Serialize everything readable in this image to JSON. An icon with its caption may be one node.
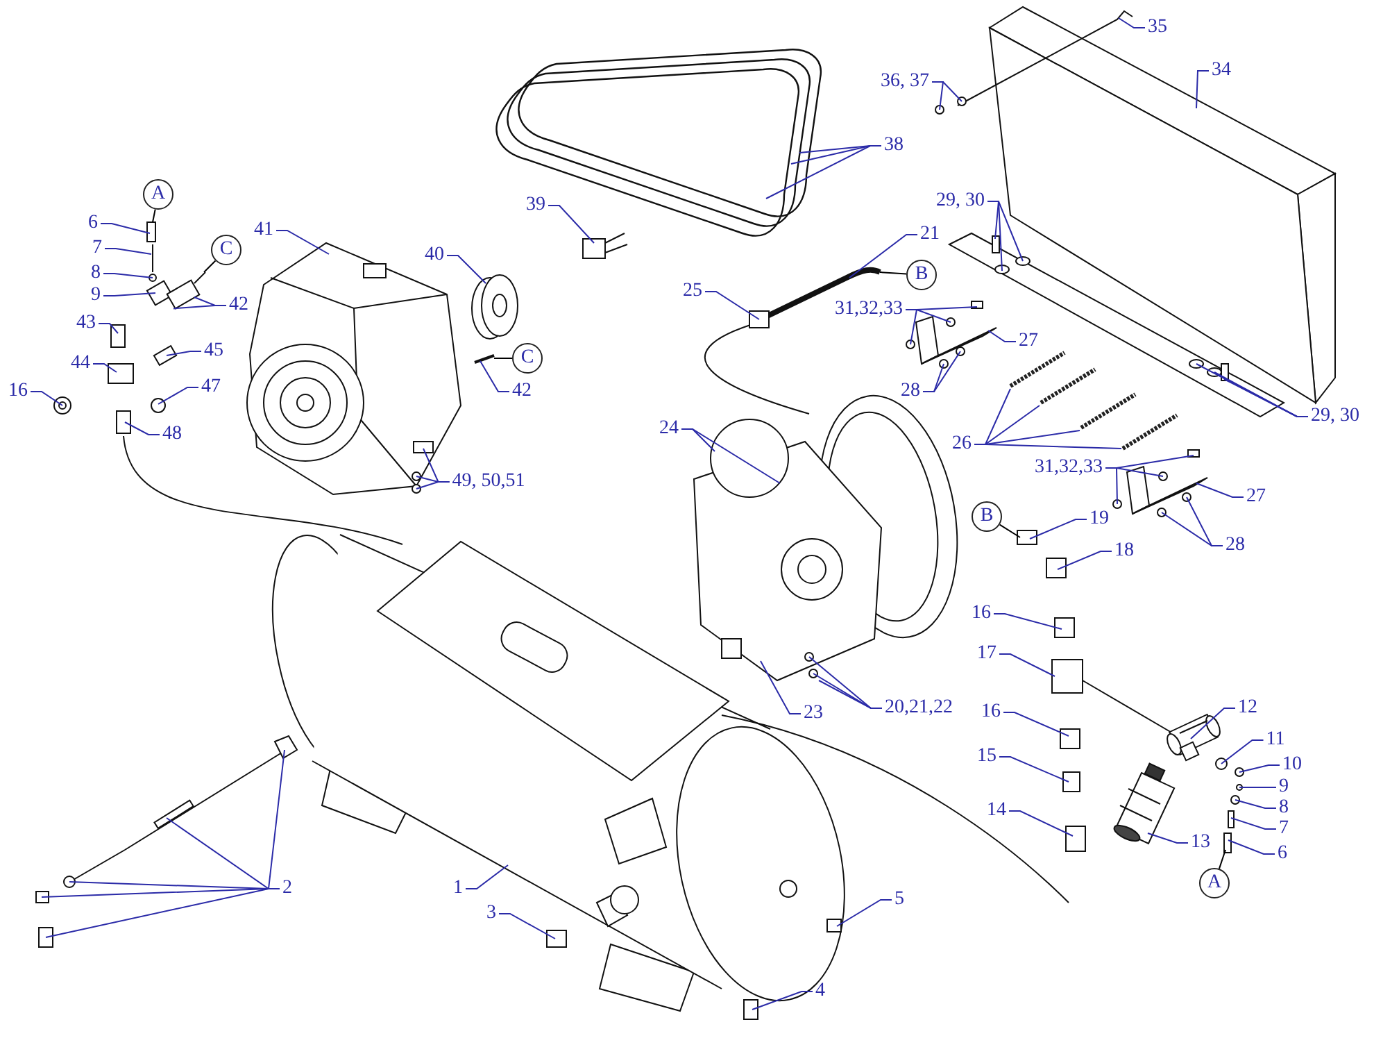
{
  "diagram": {
    "nodes": [
      {
        "text": [
          "35"
        ]
      },
      {
        "text": [
          "36, 37"
        ]
      },
      {
        "text": [
          "34"
        ]
      },
      {
        "text": [
          "38"
        ]
      },
      {
        "text": [
          "41"
        ]
      },
      {
        "text": [
          "6"
        ]
      },
      {
        "text": [
          "A"
        ]
      },
      {
        "text": [
          "39"
        ]
      },
      {
        "text": [
          "7"
        ]
      },
      {
        "text": [
          "8"
        ]
      },
      {
        "text": [
          "C"
        ]
      },
      {
        "text": [
          "40"
        ]
      },
      {
        "text": [
          "9"
        ]
      },
      {
        "text": [
          "42"
        ]
      },
      {
        "text": [
          "21"
        ]
      },
      {
        "text": [
          "B"
        ]
      },
      {
        "text": [
          "25"
        ]
      },
      {
        "text": [
          "31,32,33"
        ]
      },
      {
        "text": [
          "27"
        ]
      },
      {
        "text": [
          "43"
        ]
      },
      {
        "text": [
          "45"
        ]
      },
      {
        "text": [
          "42"
        ]
      },
      {
        "text": [
          "C"
        ]
      },
      {
        "text": [
          "44"
        ]
      },
      {
        "text": [
          "16"
        ]
      },
      {
        "text": [
          "47"
        ]
      },
      {
        "text": [
          "28"
        ]
      },
      {
        "text": [
          "29, 30"
        ]
      },
      {
        "text": [
          "29, 30"
        ]
      },
      {
        "text": [
          "48"
        ]
      },
      {
        "text": [
          "26"
        ]
      },
      {
        "text": [
          "24"
        ]
      },
      {
        "text": [
          "49, 50,51"
        ]
      },
      {
        "text": [
          "31,32,33"
        ]
      },
      {
        "text": [
          "27"
        ]
      },
      {
        "text": [
          "B"
        ]
      },
      {
        "text": [
          "19"
        ]
      },
      {
        "text": [
          "28"
        ]
      },
      {
        "text": [
          "18"
        ]
      },
      {
        "text": [
          "16"
        ]
      },
      {
        "text": [
          "17"
        ]
      },
      {
        "text": [
          "23"
        ]
      },
      {
        "text": [
          "20,21,22"
        ]
      },
      {
        "text": [
          "12"
        ]
      },
      {
        "text": [
          "16"
        ]
      },
      {
        "text": [
          "11"
        ]
      },
      {
        "text": [
          "10"
        ]
      },
      {
        "text": [
          "15"
        ]
      },
      {
        "text": [
          "9"
        ]
      },
      {
        "text": [
          "8"
        ]
      },
      {
        "text": [
          "14"
        ]
      },
      {
        "text": [
          "7"
        ]
      },
      {
        "text": [
          "13"
        ]
      },
      {
        "text": [
          "6"
        ]
      },
      {
        "text": [
          "A"
        ]
      },
      {
        "text": [
          "2"
        ]
      },
      {
        "text": [
          "1"
        ]
      },
      {
        "text": [
          "5"
        ]
      },
      {
        "text": [
          "3"
        ]
      },
      {
        "text": [
          "4"
        ]
      },
      {
        "text": [],
        "shape": "picture"
      },
      {
        "text": [],
        "shape": "picture"
      },
      {
        "text": [],
        "shape": "picture"
      },
      {
        "text": [],
        "shape": "picture"
      },
      {
        "text": [],
        "shape": "picture"
      },
      {
        "text": [],
        "shape": "picture"
      },
      {
        "text": [],
        "shape": "picture"
      },
      {
        "text": [],
        "shape": "picture"
      },
      {
        "text": [],
        "shape": "picture"
      },
      {
        "text": [],
        "shape": "picture"
      },
      {
        "text": [],
        "shape": "picture"
      },
      {
        "text": [],
        "shape": "picture"
      },
      {
        "text": [],
        "shape": "picture"
      },
      {
        "text": [],
        "shape": "picture"
      },
      {
        "text": [],
        "shape": "picture"
      },
      {
        "text": [],
        "shape": "picture"
      },
      {
        "text": [],
        "shape": "picture"
      },
      {
        "text": [],
        "shape": "picture"
      },
      {
        "text": [],
        "shape": "picture"
      },
      {
        "text": [],
        "shape": "picture"
      },
      {
        "text": [],
        "shape": "picture"
      },
      {
        "text": [],
        "shape": "picture"
      }
    ],
    "edges": [
      {
        "from": 0,
        "to": 60,
        "arrow": "none"
      },
      {
        "from": 1,
        "to": 60,
        "arrow": "none"
      },
      {
        "from": 1,
        "to": 60,
        "arrow": "none"
      },
      {
        "from": 2,
        "to": 60,
        "arrow": "none"
      },
      {
        "from": 3,
        "to": 65,
        "arrow": "none"
      },
      {
        "from": 3,
        "to": 65,
        "arrow": "none"
      },
      {
        "from": 3,
        "to": 65,
        "arrow": "none"
      },
      {
        "from": 4,
        "to": 68,
        "arrow": "none"
      },
      {
        "from": 5,
        "to": 72,
        "arrow": "none"
      },
      {
        "from": 6,
        "to": 72,
        "arrow": "none",
        "color": "#000000"
      },
      {
        "from": 7,
        "to": 66,
        "arrow": "none"
      },
      {
        "from": 8,
        "to": 72,
        "arrow": "none"
      },
      {
        "from": 9,
        "to": 72,
        "arrow": "none"
      },
      {
        "from": 10,
        "to": 72,
        "arrow": "none",
        "color": "#000000"
      },
      {
        "from": 11,
        "to": 67,
        "arrow": "none"
      },
      {
        "from": 12,
        "to": 72,
        "arrow": "none"
      },
      {
        "from": 13,
        "to": 72,
        "arrow": "none"
      },
      {
        "from": 13,
        "to": 72,
        "arrow": "none"
      },
      {
        "from": 14,
        "to": 69,
        "arrow": "none"
      },
      {
        "from": 15,
        "to": 69,
        "arrow": "none",
        "color": "#000000"
      },
      {
        "from": 16,
        "to": 69,
        "arrow": "none"
      },
      {
        "from": 17,
        "to": 62,
        "arrow": "none"
      },
      {
        "from": 17,
        "to": 62,
        "arrow": "none"
      },
      {
        "from": 17,
        "to": 62,
        "arrow": "none"
      },
      {
        "from": 18,
        "to": 62,
        "arrow": "none"
      },
      {
        "from": 19,
        "to": 77,
        "arrow": "none"
      },
      {
        "from": 20,
        "to": 77,
        "arrow": "none"
      },
      {
        "from": 21,
        "to": 76,
        "arrow": "none"
      },
      {
        "from": 22,
        "to": 76,
        "arrow": "none",
        "color": "#000000"
      },
      {
        "from": 23,
        "to": 77,
        "arrow": "none"
      },
      {
        "from": 24,
        "to": 78,
        "arrow": "none"
      },
      {
        "from": 25,
        "to": 77,
        "arrow": "none"
      },
      {
        "from": 26,
        "to": 62,
        "arrow": "none"
      },
      {
        "from": 26,
        "to": 62,
        "arrow": "none"
      },
      {
        "from": 27,
        "to": 61,
        "arrow": "none"
      },
      {
        "from": 27,
        "to": 61,
        "arrow": "none"
      },
      {
        "from": 27,
        "to": 61,
        "arrow": "none"
      },
      {
        "from": 28,
        "to": 61,
        "arrow": "none"
      },
      {
        "from": 28,
        "to": 61,
        "arrow": "none"
      },
      {
        "from": 28,
        "to": 61,
        "arrow": "none"
      },
      {
        "from": 29,
        "to": 77,
        "arrow": "none"
      },
      {
        "from": 30,
        "to": 64,
        "arrow": "none"
      },
      {
        "from": 30,
        "to": 64,
        "arrow": "none"
      },
      {
        "from": 30,
        "to": 64,
        "arrow": "none"
      },
      {
        "from": 30,
        "to": 64,
        "arrow": "none"
      },
      {
        "from": 31,
        "to": 70,
        "arrow": "none"
      },
      {
        "from": 31,
        "to": 70,
        "arrow": "none"
      },
      {
        "from": 32,
        "to": 68,
        "arrow": "none"
      },
      {
        "from": 32,
        "to": 68,
        "arrow": "none"
      },
      {
        "from": 32,
        "to": 68,
        "arrow": "none"
      },
      {
        "from": 33,
        "to": 63,
        "arrow": "none"
      },
      {
        "from": 33,
        "to": 63,
        "arrow": "none"
      },
      {
        "from": 33,
        "to": 63,
        "arrow": "none"
      },
      {
        "from": 34,
        "to": 63,
        "arrow": "none"
      },
      {
        "from": 35,
        "to": 73,
        "arrow": "none",
        "color": "#000000"
      },
      {
        "from": 36,
        "to": 73,
        "arrow": "none"
      },
      {
        "from": 37,
        "to": 63,
        "arrow": "none"
      },
      {
        "from": 37,
        "to": 63,
        "arrow": "none"
      },
      {
        "from": 38,
        "to": 73,
        "arrow": "none"
      },
      {
        "from": 39,
        "to": 73,
        "arrow": "none"
      },
      {
        "from": 40,
        "to": 73,
        "arrow": "none"
      },
      {
        "from": 41,
        "to": 70,
        "arrow": "none"
      },
      {
        "from": 42,
        "to": 70,
        "arrow": "none"
      },
      {
        "from": 42,
        "to": 70,
        "arrow": "none"
      },
      {
        "from": 42,
        "to": 70,
        "arrow": "none"
      },
      {
        "from": 43,
        "to": 79,
        "arrow": "none"
      },
      {
        "from": 44,
        "to": 73,
        "arrow": "none"
      },
      {
        "from": 45,
        "to": 74,
        "arrow": "none"
      },
      {
        "from": 46,
        "to": 74,
        "arrow": "none"
      },
      {
        "from": 47,
        "to": 73,
        "arrow": "none"
      },
      {
        "from": 48,
        "to": 74,
        "arrow": "none"
      },
      {
        "from": 49,
        "to": 74,
        "arrow": "none"
      },
      {
        "from": 50,
        "to": 73,
        "arrow": "none"
      },
      {
        "from": 51,
        "to": 74,
        "arrow": "none"
      },
      {
        "from": 52,
        "to": 80,
        "arrow": "none"
      },
      {
        "from": 53,
        "to": 74,
        "arrow": "none"
      },
      {
        "from": 54,
        "to": 74,
        "arrow": "none",
        "color": "#000000"
      },
      {
        "from": 55,
        "to": 81,
        "arrow": "none"
      },
      {
        "from": 55,
        "to": 75,
        "arrow": "none"
      },
      {
        "from": 55,
        "to": 75,
        "arrow": "none"
      },
      {
        "from": 55,
        "to": 75,
        "arrow": "none"
      },
      {
        "from": 55,
        "to": 75,
        "arrow": "none"
      },
      {
        "from": 56,
        "to": 71,
        "arrow": "none"
      },
      {
        "from": 57,
        "to": 71,
        "arrow": "none"
      },
      {
        "from": 58,
        "to": 71,
        "arrow": "none"
      },
      {
        "from": 59,
        "to": 71,
        "arrow": "none"
      }
    ]
  }
}
